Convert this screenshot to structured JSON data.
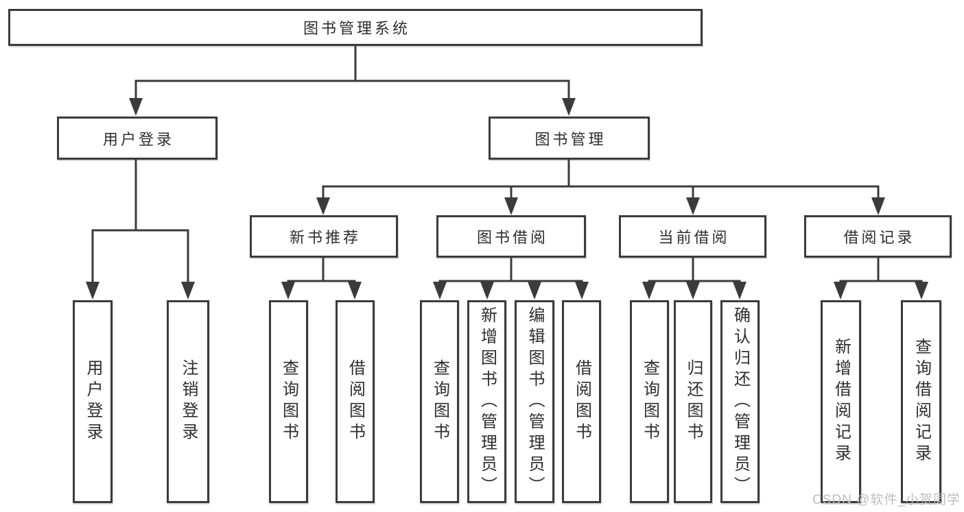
{
  "diagram_title": "图书管理系统",
  "tree": {
    "root": {
      "label": "图书管理系统"
    },
    "branches": [
      {
        "label": "用户登录",
        "leaves": [
          {
            "label": "用户登录"
          },
          {
            "label": "注销登录"
          }
        ]
      },
      {
        "label": "图书管理",
        "groups": [
          {
            "label": "新书推荐",
            "leaves": [
              {
                "label": "查询图书"
              },
              {
                "label": "借阅图书"
              }
            ]
          },
          {
            "label": "图书借阅",
            "leaves": [
              {
                "label": "查询图书"
              },
              {
                "label": "新增图书（管理员）"
              },
              {
                "label": "编辑图书（管理员）"
              },
              {
                "label": "借阅图书"
              }
            ]
          },
          {
            "label": "当前借阅",
            "leaves": [
              {
                "label": "查询图书"
              },
              {
                "label": "归还图书"
              },
              {
                "label": "确认归还（管理员）"
              }
            ]
          },
          {
            "label": "借阅记录",
            "leaves": [
              {
                "label": "新增借阅记录"
              },
              {
                "label": "查询借阅记录"
              }
            ]
          }
        ]
      }
    ]
  },
  "watermark": {
    "text": "CSDN @软件_小贺同学"
  },
  "colors": {
    "box_border": "#3b3b3b",
    "connector_line": "#3b3b3b",
    "text": "#2e2e2e",
    "watermark": "#bdbdbd",
    "background": "#ffffff"
  }
}
